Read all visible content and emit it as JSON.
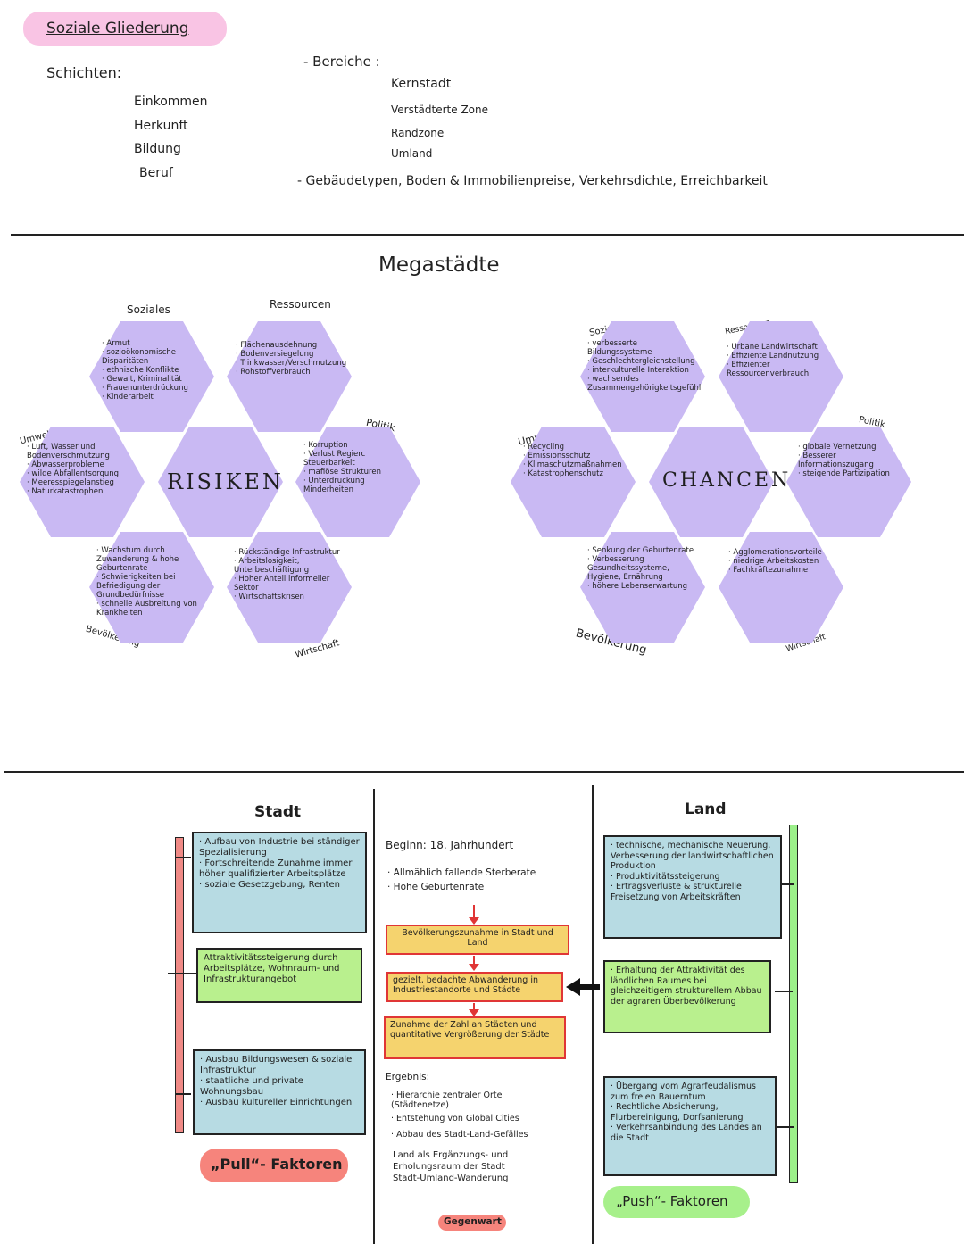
{
  "section1": {
    "title": "Soziale Gliederung",
    "schichten_label": "Schichten:",
    "schichten": [
      "Einkommen",
      "Herkunft",
      "Bildung",
      "Beruf"
    ],
    "bereiche_label": "- Bereiche :",
    "bereiche": [
      "Kernstadt",
      "Verstädterte Zone",
      "Randzone",
      "Umland"
    ],
    "footer_line": "- Gebäudetypen, Boden & Immobilienpreise, Verkehrsdichte, Erreichbarkeit"
  },
  "section2": {
    "title": "Megastädte",
    "risiken": {
      "center": "RISIKEN",
      "labels": {
        "soziales": "Soziales",
        "ressourcen": "Ressourcen",
        "politik": "Politik",
        "umwelt": "Umwelt",
        "bevoelkerung": "Bevölkerung",
        "wirtschaft": "Wirtschaft"
      },
      "soziales": "· Armut\n· sozioökonomische Disparitäten\n· ethnische Konflikte\n· Gewalt, Kriminalität\n· Frauenunterdrückung\n· Kinderarbeit",
      "ressourcen": "· Flächenausdehnung\n· Bodenversiegelung\n· Trinkwasser/Verschmutzung\n· Rohstoffverbrauch",
      "politik": "· Korruption\n· Verlust Regierc Steuerbarkeit\n· mafiöse Strukturen\n· Unterdrückung Minderheiten",
      "umwelt": "· Luft, Wasser und Bodenverschmutzung\n· Abwasserprobleme\n· wilde Abfallentsorgung\n· Meeresspiegelanstieg\n· Naturkatastrophen",
      "bevoelkerung": "· Wachstum durch Zuwanderung & hohe Geburtenrate\n· Schwierigkeiten bei Befriedigung der Grundbedürfnisse\n· schnelle Ausbreitung von Krankheiten",
      "wirtschaft": "· Rückständige Infrastruktur\n· Arbeitslosigkeit, Unterbeschäftigung\n· Hoher Anteil informeller Sektor\n· Wirtschaftskrisen"
    },
    "chancen": {
      "center": "CHANCEN",
      "labels": {
        "soziales": "Soziales",
        "ressourcen": "Ressourcen",
        "politik": "Politik",
        "umwelt": "Umwelt",
        "bevoelkerung": "Bevölkerung",
        "wirtschaft": "Wirtschaft"
      },
      "soziales": "· verbesserte Bildungssysteme\n· Geschlechtergleichstellung\n· interkulturelle Interaktion\n· wachsendes Zusammengehörigkeitsgefühl",
      "ressourcen": "· Urbane Landwirtschaft\n· Effiziente Landnutzung\n· Effizienter Ressourcenverbrauch",
      "politik": "· globale Vernetzung\n· Besserer Informationszugang\n· steigende Partizipation",
      "umwelt": "· Recycling\n· Emissionsschutz\n· Klimaschutzmaßnahmen\n· Katastrophenschutz",
      "bevoelkerung": "· Senkung der Geburtenrate\n· Verbesserung Gesundheitssysteme, Hygiene, Ernährung\n· höhere Lebenserwartung",
      "wirtschaft": "· Agglomerationsvorteile\n· niedrige Arbeitskosten\n· Fachkräftezunahme"
    }
  },
  "section3": {
    "stadt_title": "Stadt",
    "land_title": "Land",
    "stadt_boxes": [
      "· Aufbau von Industrie bei ständiger Spezialisierung\n· Fortschreitende Zunahme immer höher qualifizierter Arbeitsplätze\n· soziale Gesetzgebung, Renten",
      "Attraktivitätssteigerung durch Arbeitsplätze, Wohnraum- und Infrastrukturangebot",
      "· Ausbau Bildungswesen & soziale Infrastruktur\n· staatliche und private Wohnungsbau\n· Ausbau kultureller Einrichtungen"
    ],
    "pull_label": "„Pull“- Faktoren",
    "push_label": "„Push“- Faktoren",
    "middle": {
      "beginn": "Beginn: 18. Jahrhundert",
      "bullets": [
        "· Allmählich fallende Sterberate",
        "· Hohe Geburtenrate"
      ],
      "box1": "Bevölkerungszunahme in Stadt und Land",
      "box2": "gezielt, bedachte Abwanderung in Industriestandorte und Städte",
      "box3": "Zunahme der Zahl an Städten und quantitative Vergrößerung der Städte",
      "ergebnis_label": "Ergebnis:",
      "ergebnis": [
        "· Hierarchie zentraler Orte (Städtenetze)",
        "· Entstehung von Global Cities",
        "· Abbau des Stadt-Land-Gefälles"
      ],
      "closing": "Land als Ergänzungs- und Erholungsraum der Stadt\nStadt-Umland-Wanderung",
      "gegenwart": "Gegenwart"
    },
    "land_boxes": [
      "· technische, mechanische Neuerung, Verbesserung der landwirtschaftlichen Produktion\n· Produktivitätssteigerung\n· Ertragsverluste & strukturelle Freisetzung von Arbeitskräften",
      "· Erhaltung der Attraktivität des ländlichen Raumes bei gleichzeitigem strukturellem Abbau der agraren Überbevölkerung",
      "· Übergang vom Agrarfeudalismus zum freien Bauerntum\n· Rechtliche Absicherung, Flurbereinigung, Dorfsanierung\n· Verkehrsanbindung des Landes an die Stadt"
    ]
  },
  "colors": {
    "pink_title": "#f9c4e4",
    "hexagon": "#c9b9f3",
    "blue_box": "#b7dbe3",
    "green_box": "#b9f08e",
    "yellow_box": "#f5d36e",
    "red": "#e03636",
    "pull_pill": "#f6847c",
    "push_pill": "#a7f08b",
    "left_bar": "#f08a86",
    "right_bar": "#9cf08a"
  }
}
